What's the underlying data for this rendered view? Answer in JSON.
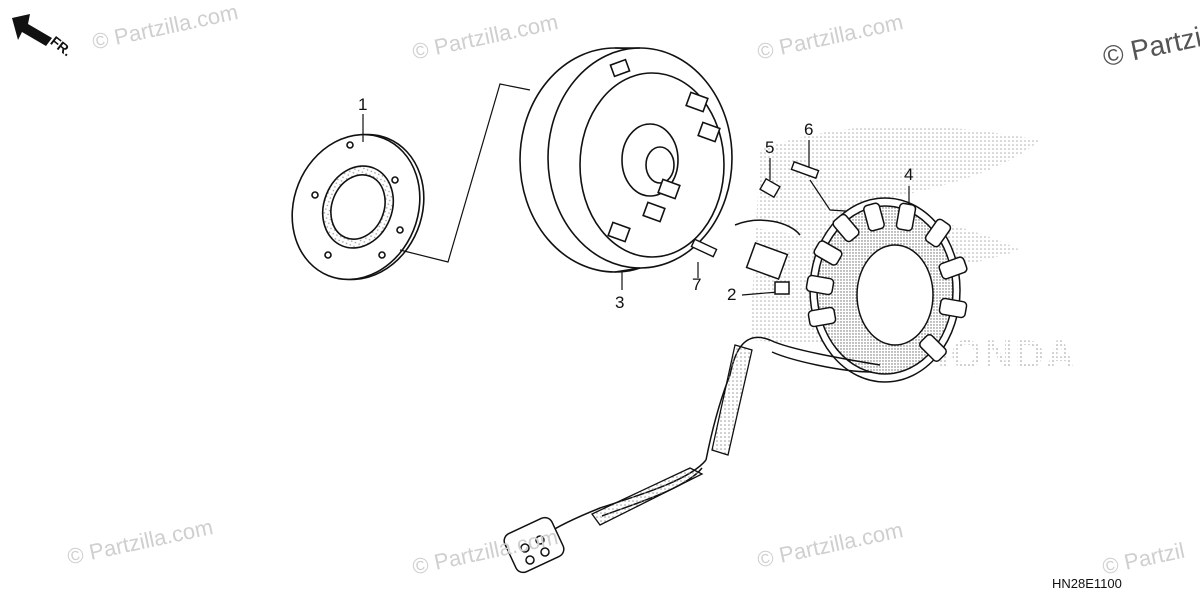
{
  "watermark": "© Partzilla.com",
  "watermark_short": "© Partzil",
  "watermark_corner": "© Partzilla",
  "fr_label": "FR.",
  "diagram_code": "HN28E1100",
  "brand": "HONDA",
  "callouts": [
    {
      "id": "1"
    },
    {
      "id": "2"
    },
    {
      "id": "3"
    },
    {
      "id": "4"
    },
    {
      "id": "5"
    },
    {
      "id": "6"
    },
    {
      "id": "7"
    }
  ],
  "parts": [
    "one-way-clutch-plate",
    "pulse-generator",
    "flywheel",
    "stator",
    "bolt",
    "bolt",
    "bolt"
  ]
}
